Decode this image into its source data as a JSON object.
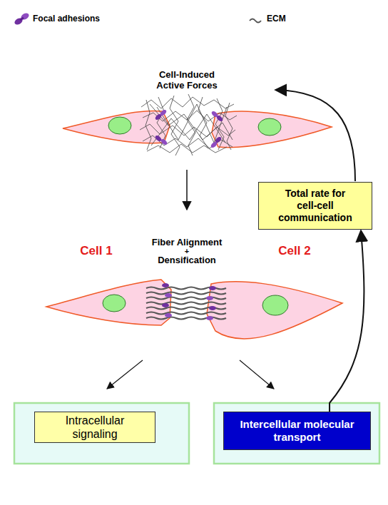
{
  "diagram": {
    "nodes": [
      {
        "text": [
          "Total rate for cell-cell communication"
        ]
      },
      {
        "text": [
          "Intracellular signaling"
        ]
      },
      {
        "text": [
          "Intercellular molecular transport"
        ]
      }
    ],
    "edges": [
      {
        "from": 2,
        "to": 0,
        "arrow": "to"
      }
    ],
    "labels": [
      "Cell-Induced Active Forces",
      "Fiber Alignment",
      "+",
      "Densification",
      "Cell 1",
      "Cell 2"
    ],
    "legend": [
      {
        "text": "Focal adhesions"
      },
      {
        "text": "ECM"
      }
    ]
  }
}
